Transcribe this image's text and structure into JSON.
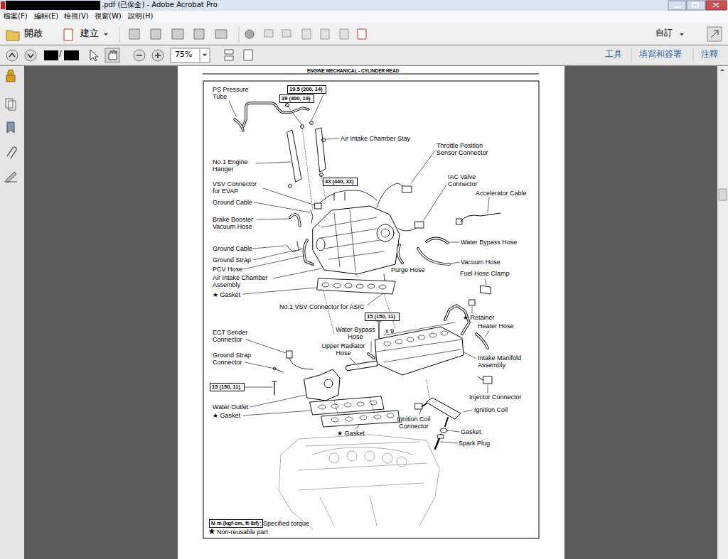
{
  "diagram": {
    "title": "ENGINE MECHANICAL - CYLINDER HEAD",
    "nodes": [
      {
        "text": [
          "19.5 (200, 14)"
        ]
      },
      {
        "text": [
          "39 (400, 19)"
        ]
      },
      {
        "text": [
          "43 (440, 32)"
        ]
      },
      {
        "text": [
          "15 (150, 11)"
        ]
      },
      {
        "text": [
          "15 (150, 11)"
        ]
      },
      {
        "text": [
          "N·m (kgf·cm, ft·lbf)"
        ]
      }
    ],
    "labels": [
      ".pdf (已保全) - Adobe Acrobat Pro",
      "檔案(F)",
      "編輯(E)",
      "檢視(V)",
      "視窗(W)",
      "說明(H)",
      "開啟",
      "建立",
      "自訂",
      "/",
      "75%",
      "工具",
      "填寫和簽署",
      "注釋",
      "PS Pressure Tube",
      "Air Intake Chamber Stay",
      "Throttle Position Sensor Connector",
      "No.1 Engine Hanger",
      "IAC Valve Connector",
      "VSV Connector for EVAP",
      "Accelerator Cable",
      "Ground Cable",
      "Brake Booster Vacuum Hose",
      "Water Bypass Hose",
      "Ground Cable",
      "Ground Strap",
      "Vacuum Hose",
      "PCV Hose",
      "Purge Hose",
      "Fuel Hose Clamp",
      "Air Intake Chamber Assembly",
      "★ Gasket",
      "No.1 VSV Connector for ASIC",
      "★ Retainer",
      "Heater Hose",
      "Water Bypass Hose",
      "x 9",
      "ECT Sender Connector",
      "Upper Radiator Hose",
      "Ground Strap Connector",
      "Intake Manifold Assembly",
      "Injector Connector",
      "Water Outlet",
      "Ignition Coil",
      "★ Gasket",
      "Ignition Coil Connector",
      "Gasket",
      "★ Gasket",
      "Spark Plug"
    ],
    "legend": [
      {
        "text": ": Specified torque"
      },
      {
        "text": "Non-reusable part"
      }
    ]
  }
}
